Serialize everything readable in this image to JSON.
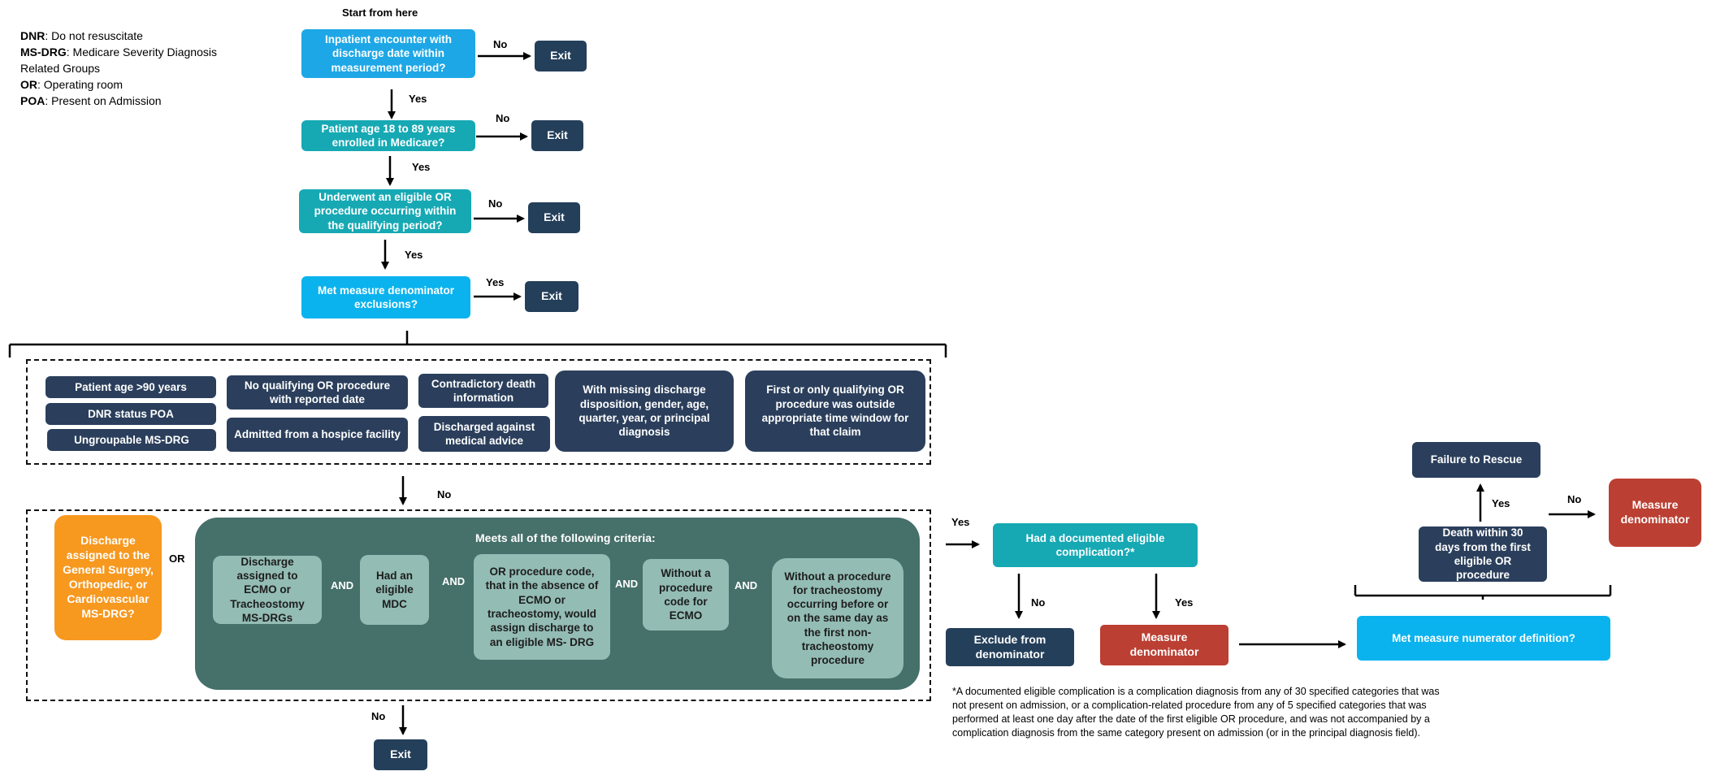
{
  "start_label": "Start from here",
  "legend": [
    {
      "key": "DNR",
      "text": ": Do not resuscitate"
    },
    {
      "key": "MS-DRG",
      "text": ": Medicare Severity Diagnosis Related Groups"
    },
    {
      "key": "OR",
      "text": ": Operating room"
    },
    {
      "key": "POA",
      "text": ": Present on Admission"
    }
  ],
  "flow": {
    "q1": "Inpatient encounter with discharge date within measurement period?",
    "q2": "Patient age 18 to 89 years enrolled in Medicare?",
    "q3": "Underwent an eligible OR procedure occurring within the qualifying period?",
    "q4": "Met measure denominator exclusions?",
    "exit": "Exit",
    "yes": "Yes",
    "no": "No",
    "or": "OR",
    "and": "AND"
  },
  "exclusions": {
    "age90": "Patient age >90 years",
    "dnr": "DNR status POA",
    "ungroupable": "Ungroupable MS-DRG",
    "no_or": "No qualifying OR procedure with reported date",
    "hospice": "Admitted from a hospice facility",
    "death": "Contradictory death information",
    "ama": "Discharged against medical advice",
    "missing": "With missing discharge disposition, gender, age, quarter, year, or principal diagnosis",
    "window": "First or only qualifying OR procedure was outside appropriate time window for that claim"
  },
  "criteria": {
    "orange": "Discharge assigned to the General Surgery, Orthopedic, or Cardiovascular MS-DRG?",
    "header": "Meets all of the following criteria:",
    "c1": "Discharge assigned to ECMO or Tracheostomy MS-DRGs",
    "c2": "Had an eligible MDC",
    "c3": "OR procedure code, that in the absence of ECMO or tracheostomy, would assign discharge to an eligible MS- DRG",
    "c4": "Without a procedure code for ECMO",
    "c5": "Without a procedure for tracheostomy occurring before or on the same day as the first non-tracheostomy procedure"
  },
  "right": {
    "complication": "Had a documented eligible complication?*",
    "exclude": "Exclude from denominator",
    "measure_denominator": "Measure denominator",
    "numerator": "Met measure numerator definition?",
    "death30": "Death within 30 days from the first eligible OR procedure",
    "ftr": "Failure to Rescue",
    "measure_denominator2": "Measure denominator"
  },
  "footnote": "*A documented eligible complication is a complication diagnosis from any of 30 specified categories that was not present on admission, or a complication-related procedure from any of 5 specified categories that was performed at least one day after the date of the first eligible OR procedure, and was not accompanied by a complication diagnosis from the same category present on admission (or in the principal diagnosis field)."
}
